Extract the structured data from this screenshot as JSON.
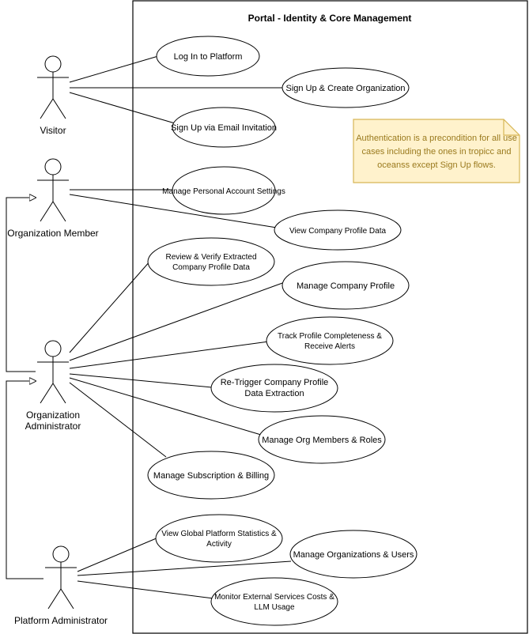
{
  "system": {
    "title": "Portal - Identity & Core Management"
  },
  "actors": {
    "visitor": {
      "label": "Visitor"
    },
    "member": {
      "label": "Organization Member"
    },
    "admin": {
      "label_line1": "Organization",
      "label_line2": "Administrator"
    },
    "platform": {
      "label": "Platform Administrator"
    }
  },
  "use_cases": {
    "login": "Log In to Platform",
    "signup_org": "Sign Up & Create Organization",
    "signup_invite": "Sign Up via Email Invitation",
    "account_settings": "Manage Personal Account Settings",
    "view_company": "View Company Profile Data",
    "review_verify_1": "Review & Verify Extracted",
    "review_verify_2": "Company Profile Data",
    "manage_company": "Manage Company Profile",
    "track_1": "Track Profile Completeness &",
    "track_2": "Receive Alerts",
    "retrigger_1": "Re-Trigger Company Profile",
    "retrigger_2": "Data Extraction",
    "members_roles": "Manage Org Members & Roles",
    "billing": "Manage Subscription & Billing",
    "stats_1": "View Global Platform Statistics &",
    "stats_2": "Activity",
    "orgs_users": "Manage Organizations & Users",
    "costs_1": "Monitor External Services Costs &",
    "costs_2": "LLM Usage"
  },
  "note": {
    "line1": "Authentication is a precondition for all use",
    "line2": "cases including the ones in tropicc and",
    "line3": "oceanss except Sign Up flows."
  },
  "colors": {
    "note_fill": "#fff2cc",
    "note_stroke": "#d6b656",
    "note_text": "#9a7a1e"
  }
}
